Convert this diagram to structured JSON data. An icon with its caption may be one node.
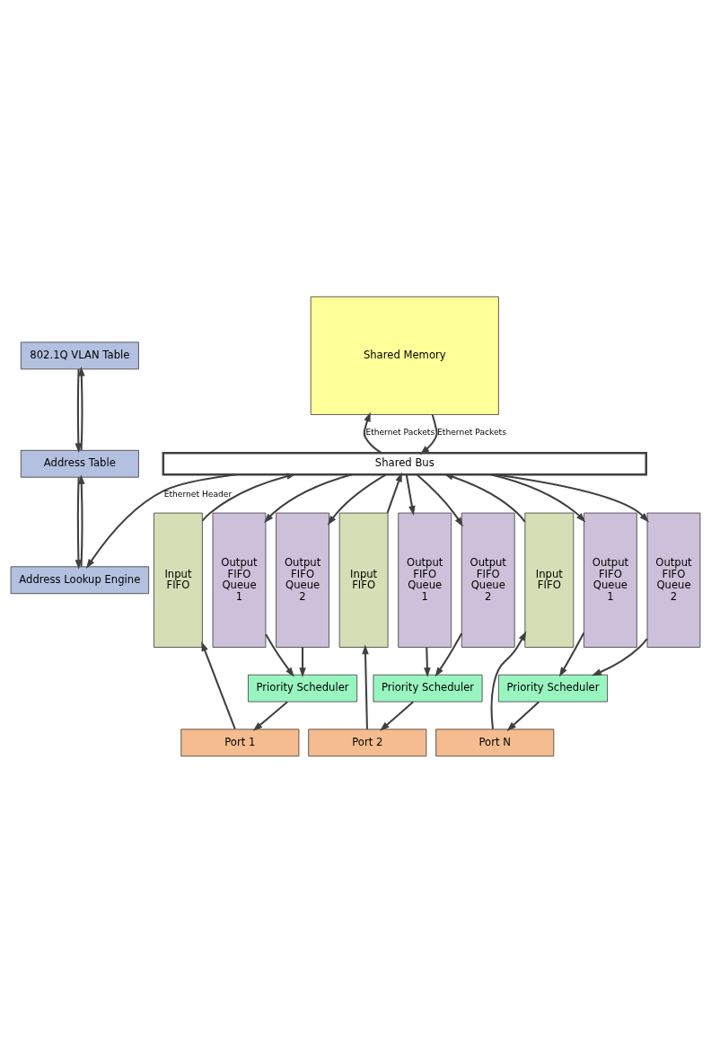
{
  "diagram": {
    "nodes": [
      {
        "text": [
          "802.1Q VLAN Table"
        ]
      },
      {
        "text": [
          "Address Table"
        ]
      },
      {
        "text": [
          "Address Lookup Engine"
        ]
      },
      {
        "text": [
          "Shared Memory"
        ]
      },
      {
        "text": [
          "Shared Bus"
        ]
      },
      {
        "text": [
          "Input FIFO"
        ]
      },
      {
        "text": [
          "Output FIFO Queue 1"
        ]
      },
      {
        "text": [
          "Output FIFO Queue 2"
        ]
      },
      {
        "text": [
          "Priority Scheduler"
        ]
      },
      {
        "text": [
          "Port 1"
        ]
      },
      {
        "text": [
          "Input FIFO"
        ]
      },
      {
        "text": [
          "Output FIFO Queue 1"
        ]
      },
      {
        "text": [
          "Output FIFO Queue 2"
        ]
      },
      {
        "text": [
          "Priority Scheduler"
        ]
      },
      {
        "text": [
          "Port 2"
        ]
      },
      {
        "text": [
          "Input FIFO"
        ]
      },
      {
        "text": [
          "Output FIFO Queue 1"
        ]
      },
      {
        "text": [
          "Output FIFO Queue 2"
        ]
      },
      {
        "text": [
          "Priority Scheduler"
        ]
      },
      {
        "text": [
          "Port N"
        ]
      }
    ],
    "edges": [
      {
        "from": 0,
        "to": 1,
        "arrow": "to"
      },
      {
        "from": 1,
        "to": 0,
        "arrow": "to"
      },
      {
        "from": 1,
        "to": 2,
        "arrow": "to"
      },
      {
        "from": 2,
        "to": 1,
        "arrow": "to"
      },
      {
        "from": 4,
        "to": 2,
        "arrow": "to",
        "label": "Ethernet Header"
      },
      {
        "from": 3,
        "to": 4,
        "arrow": "to",
        "label": "Ethernet Packets"
      },
      {
        "from": 4,
        "to": 3,
        "arrow": "to",
        "label": "Ethernet Packets"
      },
      {
        "from": 5,
        "to": 4,
        "arrow": "to"
      },
      {
        "from": 4,
        "to": 6,
        "arrow": "to"
      },
      {
        "from": 4,
        "to": 7,
        "arrow": "to"
      },
      {
        "from": 6,
        "to": 8,
        "arrow": "to"
      },
      {
        "from": 7,
        "to": 8,
        "arrow": "to"
      },
      {
        "from": 8,
        "to": 9,
        "arrow": "to"
      },
      {
        "from": 9,
        "to": 5,
        "arrow": "to"
      },
      {
        "from": 10,
        "to": 4,
        "arrow": "to"
      },
      {
        "from": 4,
        "to": 11,
        "arrow": "to"
      },
      {
        "from": 4,
        "to": 12,
        "arrow": "to"
      },
      {
        "from": 11,
        "to": 13,
        "arrow": "to"
      },
      {
        "from": 12,
        "to": 13,
        "arrow": "to"
      },
      {
        "from": 13,
        "to": 14,
        "arrow": "to"
      },
      {
        "from": 14,
        "to": 10,
        "arrow": "to"
      },
      {
        "from": 15,
        "to": 4,
        "arrow": "to"
      },
      {
        "from": 4,
        "to": 16,
        "arrow": "to"
      },
      {
        "from": 4,
        "to": 17,
        "arrow": "to"
      },
      {
        "from": 16,
        "to": 18,
        "arrow": "to"
      },
      {
        "from": 17,
        "to": 18,
        "arrow": "to"
      },
      {
        "from": 18,
        "to": 19,
        "arrow": "to"
      },
      {
        "from": 19,
        "to": 15,
        "arrow": "to"
      }
    ]
  }
}
